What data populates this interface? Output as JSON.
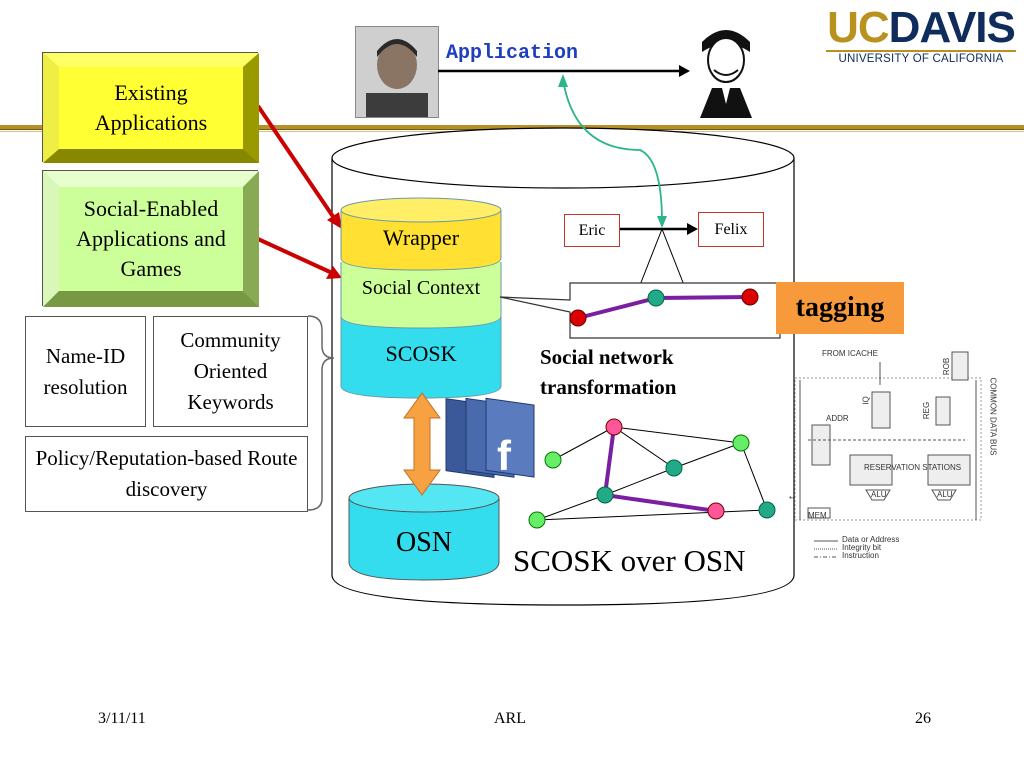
{
  "app_title": "Application",
  "logo": {
    "uc": "UC",
    "davis": "DAVIS",
    "sub": "UNIVERSITY OF CALIFORNIA"
  },
  "left": {
    "existing_apps": "Existing Applications",
    "social_apps": "Social-Enabled Applications and Games",
    "name_id": "Name-ID resolution",
    "community": "Community Oriented Keywords",
    "policy": "Policy/Reputation-based Route discovery"
  },
  "stack": {
    "wrapper": "Wrapper",
    "social_context": "Social Context",
    "scosk": "SCOSK",
    "osn": "OSN"
  },
  "graph": {
    "eric": "Eric",
    "felix": "Felix",
    "tagging": "tagging",
    "transformation_line1": "Social network",
    "transformation_line2": "transformation",
    "caption": "SCOSK over OSN"
  },
  "cpu_labels": {
    "from_icache": "FROM ICACHE",
    "rob": "ROB",
    "common_data_bus": "COMMON DATA BUS",
    "iq": "IQ",
    "addr": "ADDR",
    "reg": "REG",
    "reservation_stations": "RESERVATION STATIONS",
    "mem": "MEM",
    "alu1": "ALU",
    "alu2": "ALU",
    "legend1": "Data or Address",
    "legend2": "Integrity bit",
    "legend3": "Instruction",
    "star": "**"
  },
  "footer": {
    "date": "3/11/11",
    "center": "ARL",
    "page": "26"
  },
  "colors": {
    "yellow": "#ffff33",
    "green": "#ccff99",
    "cyan": "#33ddee",
    "orange": "#f79a3b",
    "gold": "#b8911f",
    "navy": "#0f2c5c"
  }
}
